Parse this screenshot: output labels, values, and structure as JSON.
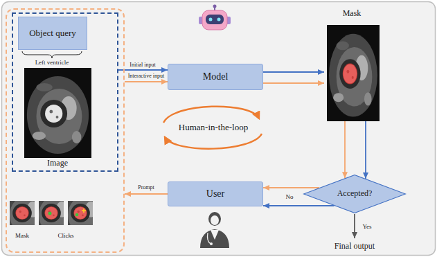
{
  "diagram": {
    "nodes": [
      {
        "text": [
          "Mask",
          "Clicks"
        ]
      },
      {
        "text": [
          "Left ventricle",
          "Image"
        ],
        "in": 0
      },
      {
        "text": [
          "Object query"
        ],
        "in": 1
      },
      {
        "text": [
          "Model"
        ]
      },
      {
        "text": [
          "Mask"
        ]
      },
      {
        "text": [
          "Accepted?"
        ]
      },
      {
        "text": [
          "User"
        ]
      }
    ],
    "edges": [
      {
        "from": 1,
        "to": 3,
        "arrow": "to",
        "label": "Initial input"
      },
      {
        "from": 0,
        "to": 3,
        "arrow": "to",
        "label": "Interactive input"
      },
      {
        "from": 3,
        "to": 4,
        "arrow": "to"
      },
      {
        "from": 3,
        "to": 4,
        "arrow": "to"
      },
      {
        "from": 4,
        "to": 5,
        "arrow": "to"
      },
      {
        "from": 4,
        "to": 5,
        "arrow": "to"
      },
      {
        "from": 5,
        "to": 6,
        "arrow": "to",
        "label": "No"
      },
      {
        "from": 5,
        "to": 6,
        "arrow": "to"
      },
      {
        "from": 6,
        "to": 0,
        "arrow": "to",
        "label": "Prompt"
      }
    ],
    "labels": [
      "Human-in-the-loop",
      "Yes",
      "Final output"
    ]
  }
}
